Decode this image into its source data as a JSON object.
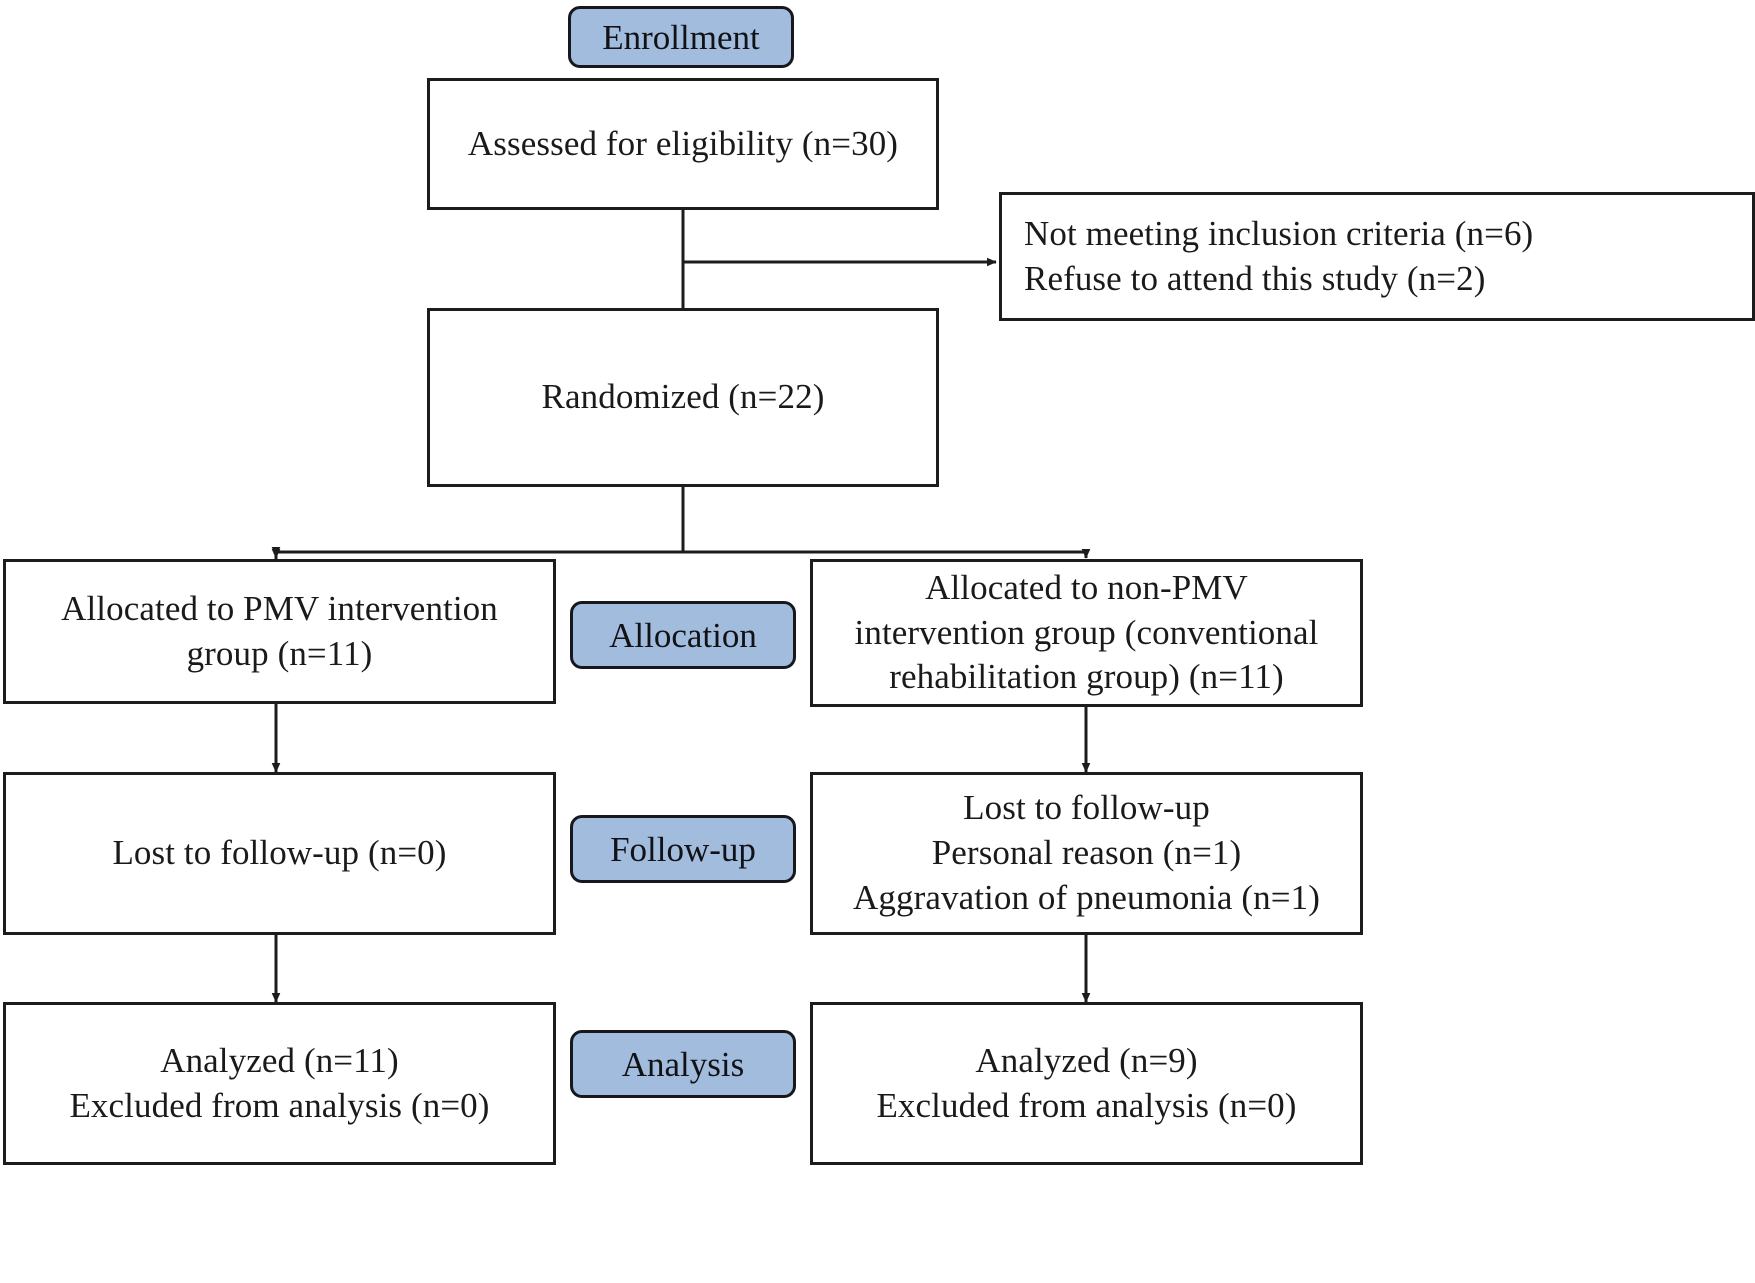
{
  "diagram": {
    "title": "CONSORT participant flow diagram",
    "accent_color": "#a2bcdd",
    "border_color": "#1c1c1c",
    "background_color": "#ffffff"
  },
  "stages": {
    "enrollment": "Enrollment",
    "allocation": "Allocation",
    "followup": "Follow-up",
    "analysis": "Analysis"
  },
  "boxes": {
    "assessed": {
      "lines": [
        "Assessed for eligibility (n=30)"
      ]
    },
    "excluded": {
      "lines": [
        "Not meeting inclusion criteria (n=6)",
        "Refuse to attend this study (n=2)"
      ]
    },
    "randomized": {
      "lines": [
        "Randomized (n=22)"
      ]
    },
    "alloc_left": {
      "lines": [
        "Allocated to PMV intervention",
        "group (n=11)"
      ]
    },
    "alloc_right": {
      "lines": [
        "Allocated to non-PMV",
        "intervention group (conventional",
        "rehabilitation group) (n=11)"
      ]
    },
    "followup_left": {
      "lines": [
        "Lost to follow-up (n=0)"
      ]
    },
    "followup_right": {
      "lines": [
        "Lost to follow-up",
        "Personal reason (n=1)",
        "Aggravation of pneumonia (n=1)"
      ]
    },
    "analysis_left": {
      "lines": [
        "Analyzed (n=11)",
        "Excluded from analysis (n=0)"
      ]
    },
    "analysis_right": {
      "lines": [
        "Analyzed (n=9)",
        "Excluded from analysis (n=0)"
      ]
    }
  }
}
